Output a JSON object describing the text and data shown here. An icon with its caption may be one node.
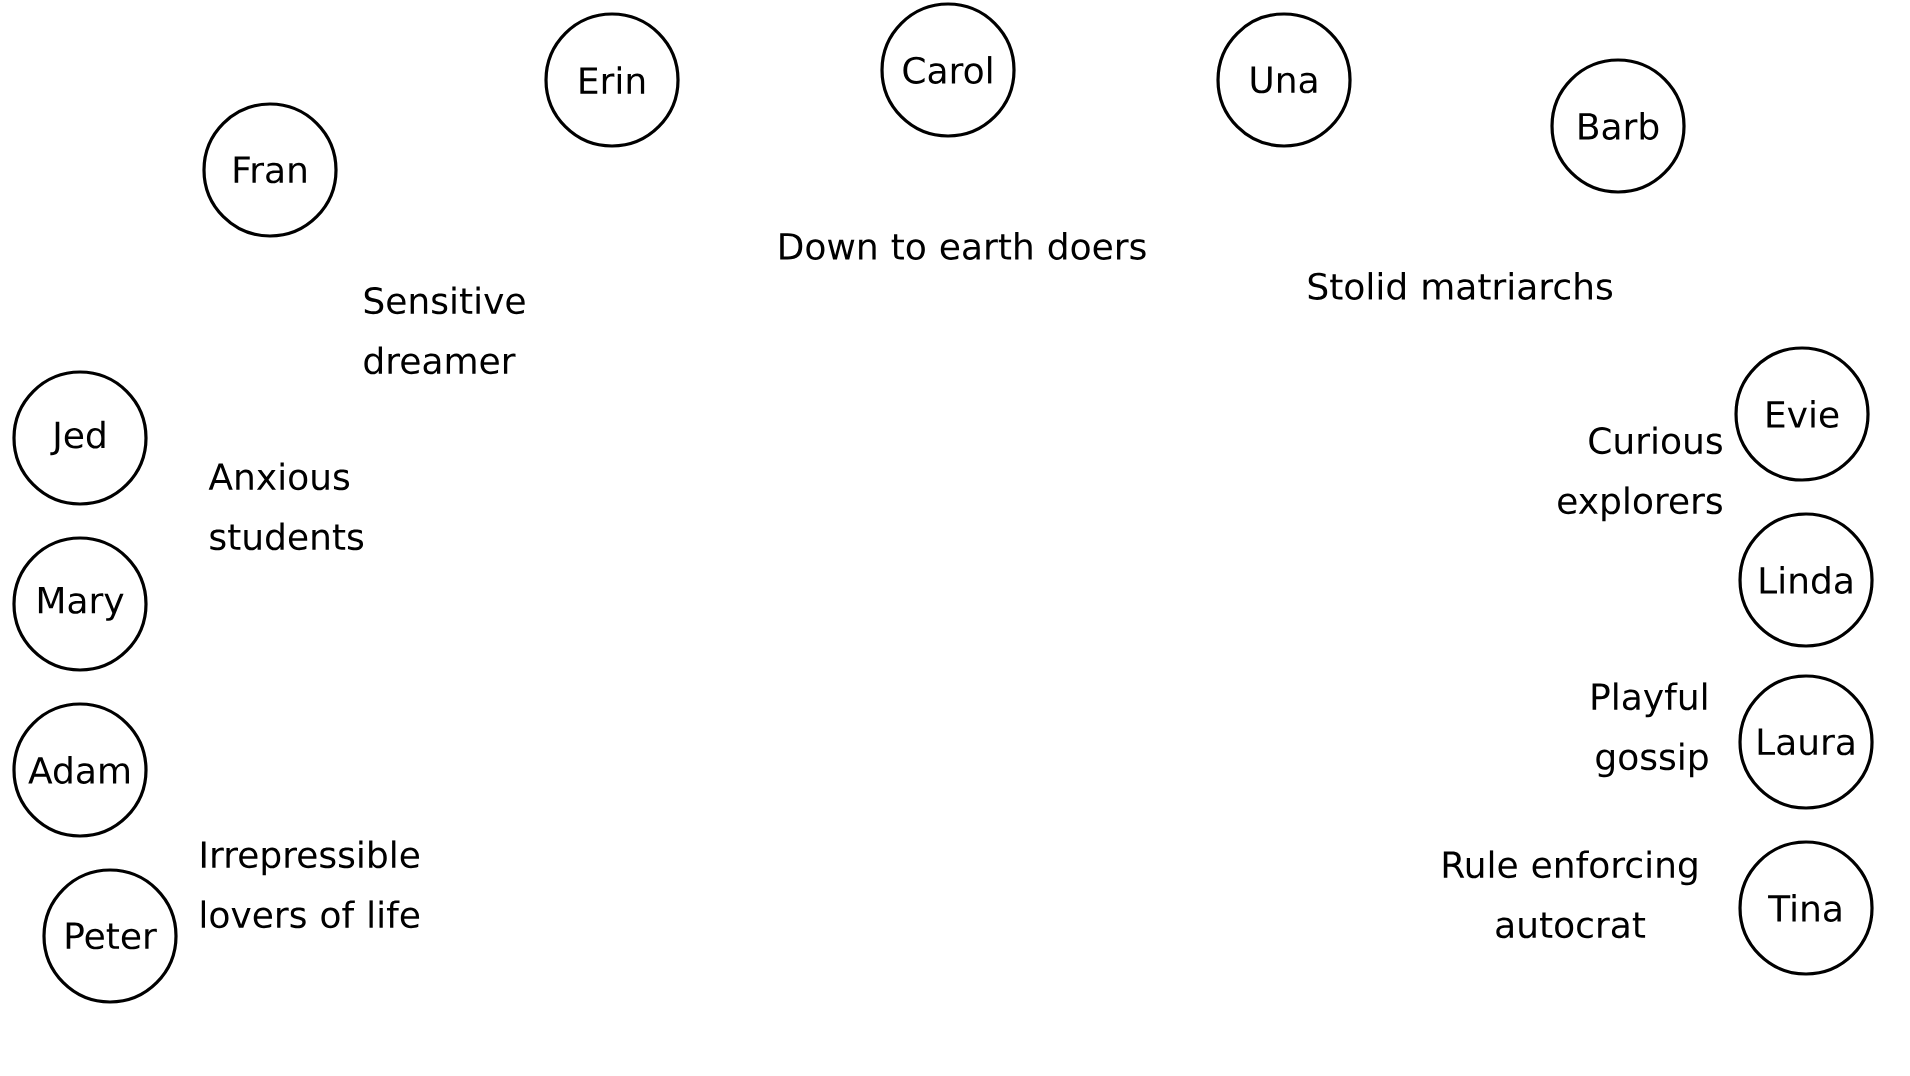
{
  "diagram": {
    "nodes": [
      {
        "text": [
          "Erin"
        ]
      },
      {
        "text": [
          "Carol"
        ]
      },
      {
        "text": [
          "Una"
        ]
      },
      {
        "text": [
          "Barb"
        ]
      },
      {
        "text": [
          "Fran"
        ]
      },
      {
        "text": [
          "Jed"
        ]
      },
      {
        "text": [
          "Evie"
        ]
      },
      {
        "text": [
          "Mary"
        ]
      },
      {
        "text": [
          "Linda"
        ]
      },
      {
        "text": [
          "Laura"
        ]
      },
      {
        "text": [
          "Adam"
        ]
      },
      {
        "text": [
          "Peter"
        ]
      },
      {
        "text": [
          "Tina"
        ]
      }
    ],
    "labels": [
      "Down to earth doers",
      "Stolid matriarchs",
      "Sensitive dreamer",
      "Anxious students",
      "Curious explorers",
      "Playful gossip",
      "Irrepressible lovers of life",
      "Rule enforcing autocrat"
    ]
  }
}
